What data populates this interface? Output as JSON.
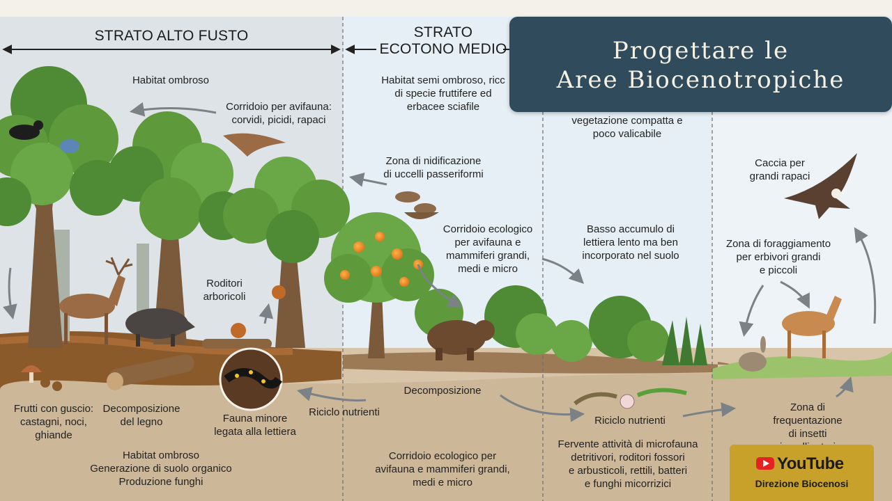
{
  "title": "Progettare le\nAree Biocenotropiche",
  "strata": [
    {
      "label": "STRATO ALTO FUSTO"
    },
    {
      "label": "STRATO\nECOTONO MEDIO"
    }
  ],
  "labels": {
    "habitat_ombroso_top": "Habitat ombroso",
    "corridoio_avifauna": "Corridoio per avifauna:\ncorvidi, picidi, rapaci",
    "habitat_semi_ombroso": "Habitat semi ombroso, ricc\ndi specie fruttifere ed\nerbacee sciafile",
    "vegetazione_compatta": "vegetazione compatta e\npoco valicabile",
    "zona_nidificazione": "Zona di nidificazione\ndi uccelli passeriformi",
    "caccia_rapaci": "Caccia per\ngrandi rapaci",
    "corridoio_ecologico_mid": "Corridoio ecologico\nper avifauna e\nmammiferi grandi,\nmedi e micro",
    "basso_accumulo": "Basso accumulo di\nlettiera lento ma ben\nincorporato nel suolo",
    "zona_foraggiamento": "Zona di foraggiamento\nper erbivori grandi\ne piccoli",
    "roditori_arboricoli": "Roditori\narboricoli",
    "decomposizione": "Decomposizione",
    "frutti_guscio": "Frutti con guscio:\ncastagni, noci,\nghiande",
    "decomposizione_legno": "Decomposizione\ndel legno",
    "fauna_minore": "Fauna minore\nlegata alla lettiera",
    "riciclo_nutrienti_left": "Riciclo nutrienti",
    "riciclo_nutrienti_right": "Riciclo nutrienti",
    "zona_insetti": "Zona di frequentazione\ndi insetti impollinatori",
    "habitat_bottom_left": "Habitat ombroso\nGenerazione di suolo organico\nProduzione funghi",
    "corridoio_bottom_mid": "Corridoio ecologico per\navifauna e mammiferi grandi,\nmedi e micro",
    "fervente_attivita": "Fervente attività di microfauna\ndetritivori, roditori fossori\ne arbusticoli, rettili, batteri\ne funghi micorrizici"
  },
  "badge": {
    "platform": "YouTube",
    "channel": "Direzione Biocenosi"
  },
  "colors": {
    "title_bg": "#2f4b5c",
    "title_text": "#f6f1e4",
    "sky_forest": "#dde3e6",
    "sky_ecotone": "#e3edf4",
    "soil": "#d6c2a6",
    "litter": "#8b5a2b",
    "foliage": "#5e9a3c",
    "trunk": "#7b5a3c",
    "arrow": "#7a8286",
    "badge_bg": "#c8a12a",
    "youtube_red": "#e52222"
  }
}
